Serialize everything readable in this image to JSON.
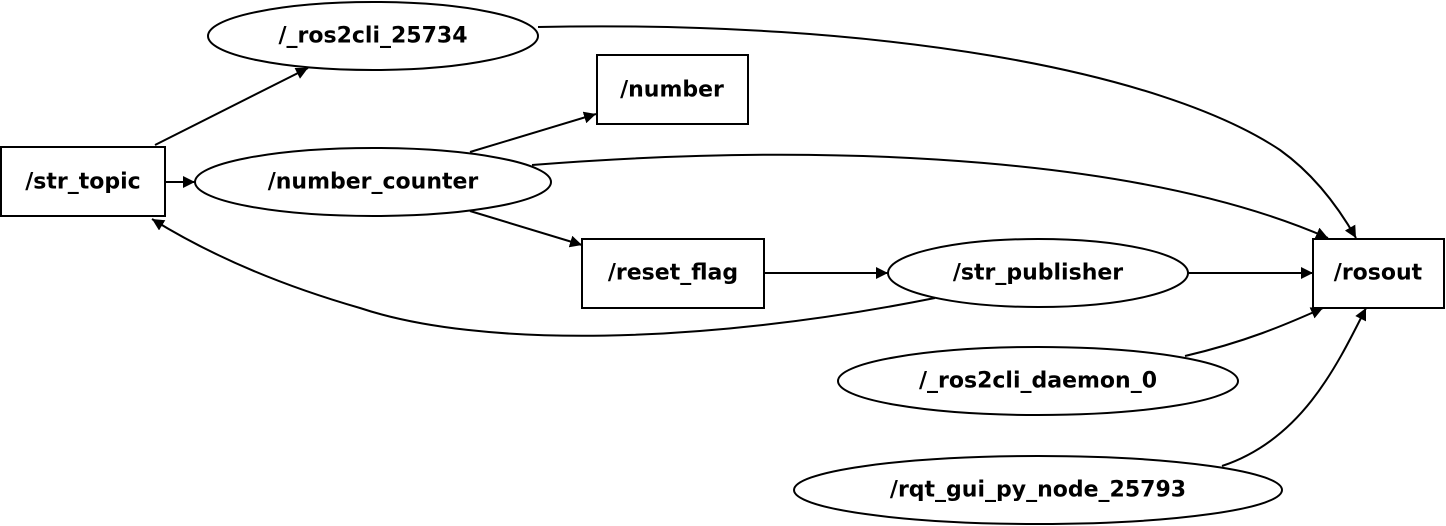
{
  "graph": {
    "nodes": {
      "ros2cli_25734": {
        "label": "/_ros2cli_25734",
        "kind": "node"
      },
      "number": {
        "label": "/number",
        "kind": "topic"
      },
      "str_topic": {
        "label": "/str_topic",
        "kind": "topic"
      },
      "number_counter": {
        "label": "/number_counter",
        "kind": "node"
      },
      "reset_flag": {
        "label": "/reset_flag",
        "kind": "topic"
      },
      "str_publisher": {
        "label": "/str_publisher",
        "kind": "node"
      },
      "rosout": {
        "label": "/rosout",
        "kind": "topic"
      },
      "ros2cli_daemon_0": {
        "label": "/_ros2cli_daemon_0",
        "kind": "node"
      },
      "rqt_gui_py_node_25793": {
        "label": "/rqt_gui_py_node_25793",
        "kind": "node"
      }
    },
    "edges": [
      {
        "from": "str_topic",
        "to": "ros2cli_25734"
      },
      {
        "from": "str_topic",
        "to": "number_counter"
      },
      {
        "from": "number_counter",
        "to": "number"
      },
      {
        "from": "number_counter",
        "to": "reset_flag"
      },
      {
        "from": "number_counter",
        "to": "rosout"
      },
      {
        "from": "ros2cli_25734",
        "to": "rosout"
      },
      {
        "from": "reset_flag",
        "to": "str_publisher"
      },
      {
        "from": "str_publisher",
        "to": "rosout"
      },
      {
        "from": "str_publisher",
        "to": "str_topic"
      },
      {
        "from": "ros2cli_daemon_0",
        "to": "rosout"
      },
      {
        "from": "rqt_gui_py_node_25793",
        "to": "rosout"
      }
    ]
  }
}
